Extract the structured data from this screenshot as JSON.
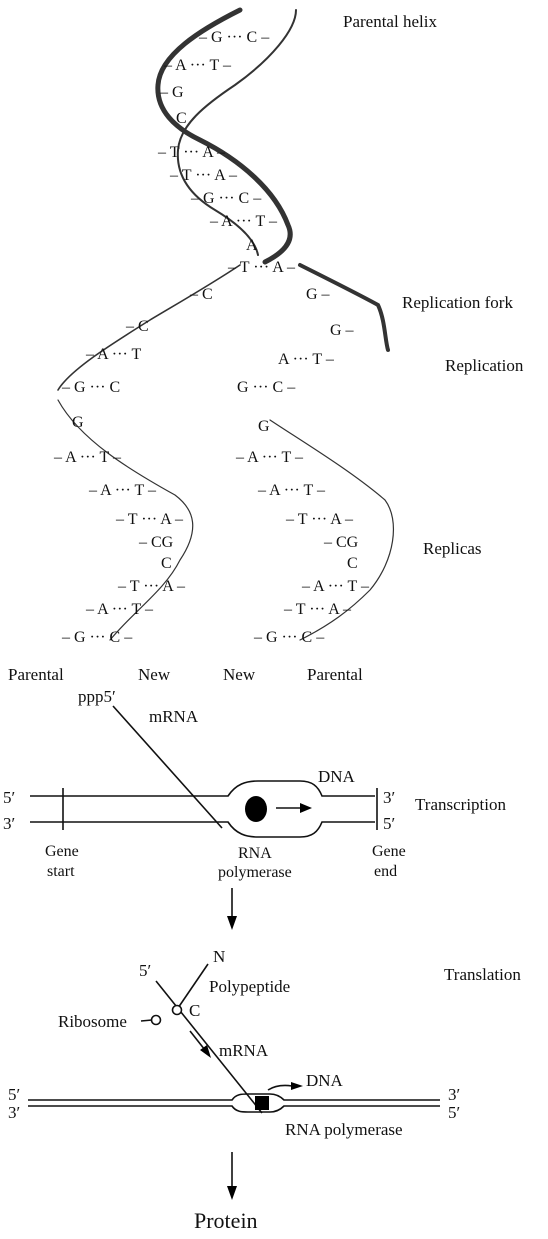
{
  "replication": {
    "labels": {
      "parental_helix": "Parental helix",
      "replication_fork": "Replication fork",
      "replication": "Replication",
      "replicas": "Replicas"
    },
    "strand_labels": [
      "Parental",
      "New",
      "New",
      "Parental"
    ],
    "base_pairs": [
      "– G ··· C –",
      "– A ··· T –",
      "– G",
      "C",
      "– T ··· A –",
      "– T ··· A –",
      "– G ··· C –",
      "– A ··· T –",
      "A",
      "– T ··· A –",
      "– C",
      "G –",
      "– C",
      "G –",
      "– A ··· T",
      "A ··· T –",
      "– G ··· C",
      "G ··· C –",
      "G",
      "G",
      "– A ··· T –",
      "– A ··· T –",
      "– A ··· T –",
      "– A ··· T –",
      "– T ··· A –",
      "– T ··· A –",
      "– CG",
      "– CG",
      "C",
      "C",
      "– T ··· A –",
      "– A ··· T –",
      "– A ··· T –",
      "– T ··· A –",
      "– G ··· C –",
      "– G ··· C –"
    ]
  },
  "transcription": {
    "title": "Transcription",
    "five_prime_left": "5′",
    "three_prime_left": "3′",
    "three_prime_right": "3′",
    "five_prime_right": "5′",
    "ppp": "ppp5′",
    "mrna": "mRNA",
    "dna": "DNA",
    "gene_start": [
      "Gene",
      "start"
    ],
    "rna_polymerase": [
      "RNA",
      "polymerase"
    ],
    "gene_end": [
      "Gene",
      "end"
    ]
  },
  "translation": {
    "title": "Translation",
    "five_prime_mrna": "5′",
    "n_label": "N",
    "polypeptide": "Polypeptide",
    "c_label": "C",
    "ribosome": "Ribosome",
    "mrna": "mRNA",
    "dna": "DNA",
    "five_prime_left": "5′",
    "three_prime_left": "3′",
    "three_prime_right": "3′",
    "five_prime_right": "5′",
    "rna_polymerase": "RNA  polymerase"
  },
  "protein": "Protein"
}
